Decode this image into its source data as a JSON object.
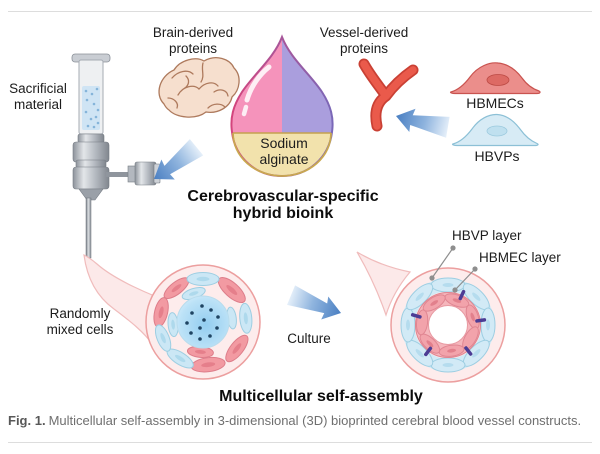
{
  "figure": {
    "labels": {
      "sacrificial_material": "Sacrificial\nmaterial",
      "brain_derived": "Brain-derived\nproteins",
      "vessel_derived": "Vessel-derived\nproteins",
      "sodium_alginate": "Sodium\nalginate",
      "hbmecs": "HBMECs",
      "hbvps": "HBVPs",
      "bioink_title": "Cerebrovascular-specific\nhybrid bioink",
      "randomly_mixed": "Randomly\nmixed cells",
      "culture": "Culture",
      "hbvp_layer": "HBVP layer",
      "hbmec_layer": "HBMEC layer",
      "assembly_title": "Multicellular self-assembly"
    },
    "caption": {
      "fig": "Fig. 1.",
      "text": "Multicellular self-assembly in 3-dimensional (3D) bioprinted cerebral blood vessel constructs."
    },
    "icons": {
      "syringe-icon": "syringe barrel with blue sacrificial microgel and coaxial printhead",
      "brain-icon": "beige brain with gyri outlines",
      "bioink-droplet-icon": "droplet: pink left half, purple right half, yellow sodium-alginate base",
      "blood-vessel-icon": "red branching vessel",
      "hbmec-cell-icon": "flat red endothelial cell with nucleus",
      "hbvp-cell-icon": "flat light-blue pericyte cell with nucleus",
      "mixed-cells-cross-section-icon": "printed fiber cross-section, randomly mixed red/blue cells around blue crosslinked core",
      "assembled-vessel-cross-section-icon": "organized rings: outer blue HBVP layer, inner red HBMEC layer, purple junctions, open lumen",
      "blue-arrow-icon": "blue gradient process arrow"
    },
    "colors": {
      "droplet_pink": "#f593bb",
      "droplet_purple": "#aa9edd",
      "droplet_yellow": "#f2e2ac",
      "vessel_red": "#ea5a4b",
      "hbmec_red": "#eb8e8b",
      "hbvp_blue": "#d7ebf5",
      "arrow_blue": "#4a7fc2",
      "junction_purple": "#4c3c94",
      "tissue_pink": "#fdecec",
      "core_blue": "#9cd2f0",
      "metal_gray": "#aab0b8"
    }
  }
}
